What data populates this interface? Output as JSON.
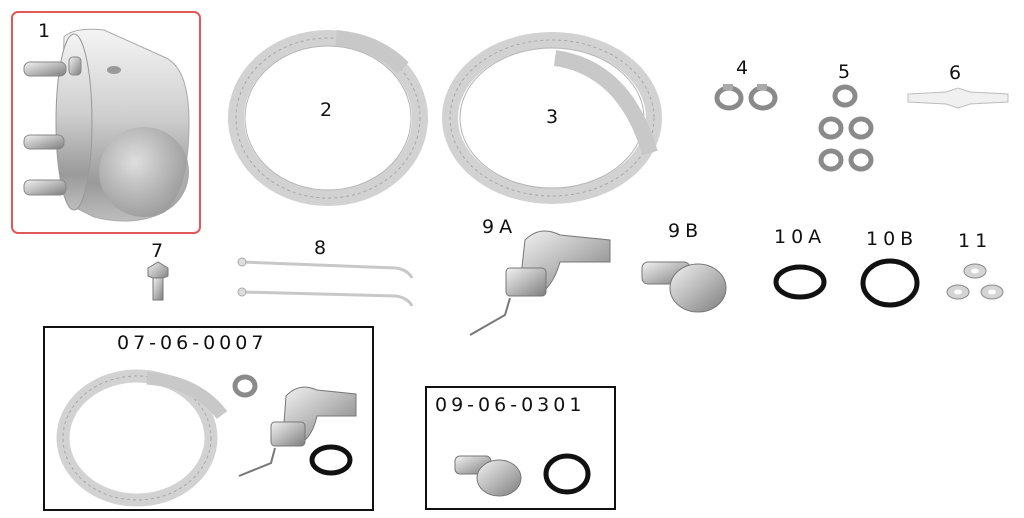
{
  "parts": {
    "p1": {
      "num": "1"
    },
    "p2": {
      "num": "2"
    },
    "p3": {
      "num": "3"
    },
    "p4": {
      "num": "4"
    },
    "p5": {
      "num": "5"
    },
    "p6": {
      "num": "6"
    },
    "p7": {
      "num": "7"
    },
    "p8": {
      "num": "8"
    },
    "p9a": {
      "num": "9A"
    },
    "p9b": {
      "num": "9B"
    },
    "p10a": {
      "num": "10A"
    },
    "p10b": {
      "num": "10B"
    },
    "p11": {
      "num": "11"
    }
  },
  "kits": {
    "kit1": {
      "code": "07-06-0007"
    },
    "kit2": {
      "code": "09-06-0301"
    }
  },
  "colors": {
    "selected_border": "#e05858",
    "kit_border": "#111111"
  }
}
